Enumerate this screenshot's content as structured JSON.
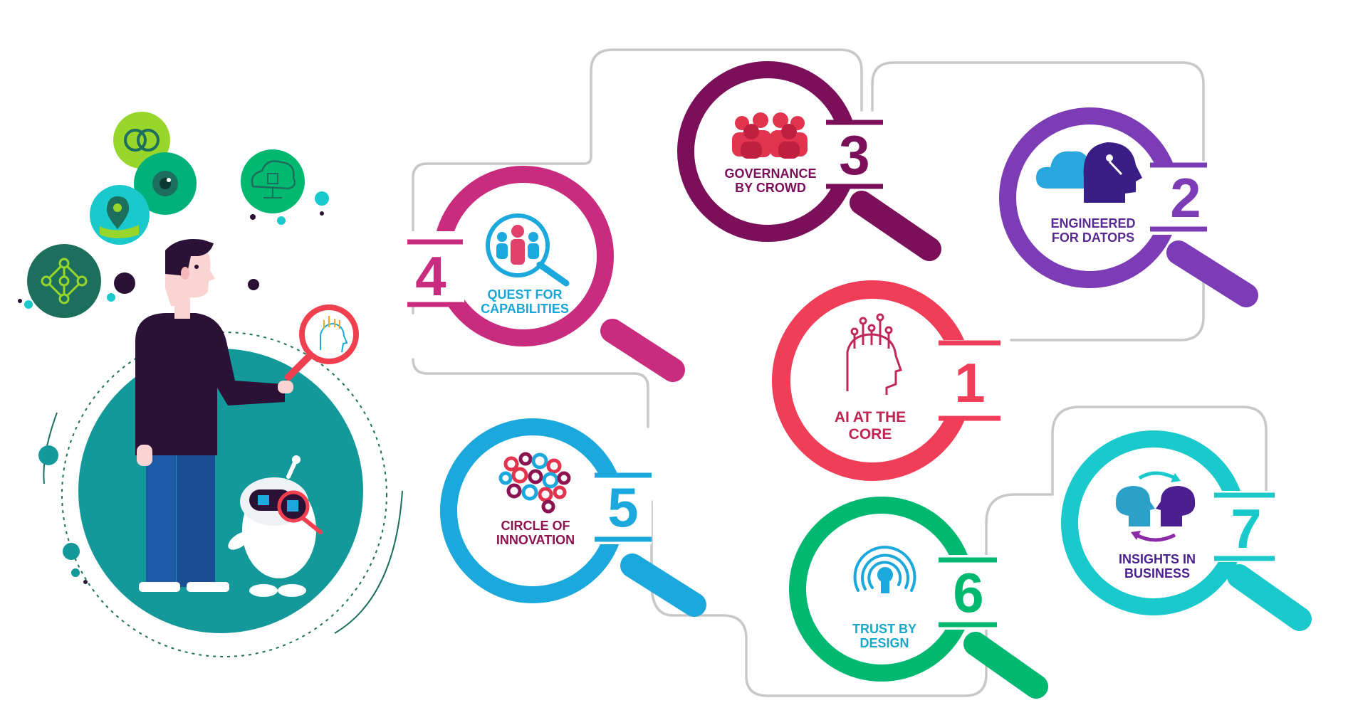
{
  "colors": {
    "background": "#ffffff",
    "connector": "#c8c8c8",
    "teal_circle": "#13999a",
    "person_dark": "#2b1136",
    "jeans": "#1c5aa8",
    "skin": "#fad3d3",
    "green_bubble": "#98d62b",
    "dark_green": "#1c6f5c",
    "red": "#f04050"
  },
  "steps": [
    {
      "number": "1",
      "label_line1": "AI AT THE",
      "label_line2": "CORE",
      "color": "#f03e58",
      "text_color": "#bf2450",
      "icon": "ai-brain-circuit-icon"
    },
    {
      "number": "2",
      "label_line1": "ENGINEERED",
      "label_line2": "FOR DATOPS",
      "color": "#7b3cb6",
      "text_color": "#5a2a94",
      "icon": "cloud-head-icon"
    },
    {
      "number": "3",
      "label_line1": "GOVERNANCE",
      "label_line2": "BY CROWD",
      "color": "#7c0f5a",
      "text_color": "#7c0f5a",
      "icon": "crowd-people-icon"
    },
    {
      "number": "4",
      "label_line1": "QUEST FOR",
      "label_line2": "CAPABILITIES",
      "color": "#c92b7e",
      "text_color": "#19a6d6",
      "icon": "people-search-icon"
    },
    {
      "number": "5",
      "label_line1": "CIRCLE OF",
      "label_line2": "INNOVATION",
      "color": "#1ba8dc",
      "text_color": "#8b1450",
      "icon": "innovation-brain-gears-icon"
    },
    {
      "number": "6",
      "label_line1": "TRUST BY",
      "label_line2": "DESIGN",
      "color": "#00b86f",
      "text_color": "#1aa7c9",
      "icon": "fingerprint-lock-icon"
    },
    {
      "number": "7",
      "label_line1": "INSIGHTS IN",
      "label_line2": "BUSINESS",
      "color": "#19c9cc",
      "text_color": "#4b1f8f",
      "icon": "heads-puzzle-exchange-icon"
    }
  ],
  "illustration": {
    "subject": "person-with-magnifier-and-robot",
    "floating_icons": [
      "rings-icon",
      "eye-icon",
      "location-pin-icon",
      "neural-network-icon",
      "cloud-chip-icon"
    ]
  }
}
